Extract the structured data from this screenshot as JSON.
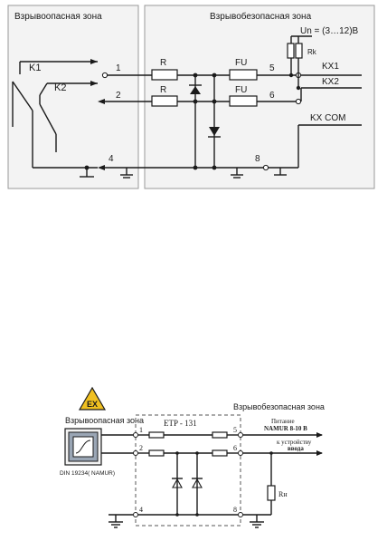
{
  "top_diagram": {
    "hazardous_zone_label": "Взрывоопасная зона",
    "safe_zone_label": "Взрывобезопасная зона",
    "supply_label": "Un = (3…12)В",
    "rk_label": "Rk",
    "k1_label": "K1",
    "k2_label": "K2",
    "resistor_label_1": "R",
    "resistor_label_2": "R",
    "fuse_label_1": "FU",
    "fuse_label_2": "FU",
    "terminals": [
      "1",
      "2",
      "4",
      "5",
      "6",
      "8"
    ],
    "output_1": "KX1",
    "output_2": "KX2",
    "output_common": "KX COM"
  },
  "bottom_diagram": {
    "warning_sign": "EX",
    "safe_zone_label": "Взрывобезопасная зона",
    "hazardous_zone_label": "Взрывоопасная зона",
    "sensor_standard": "DIN 19234( NAMUR)",
    "device_label": "ETP - 131",
    "terminals": [
      "1",
      "2",
      "4",
      "5",
      "6",
      "8"
    ],
    "supply_line1": "Питание",
    "supply_line2": "NAMUR 8-10 В",
    "input_line1": "к устройству",
    "input_line2": "ввода",
    "load_label": "Rн"
  }
}
